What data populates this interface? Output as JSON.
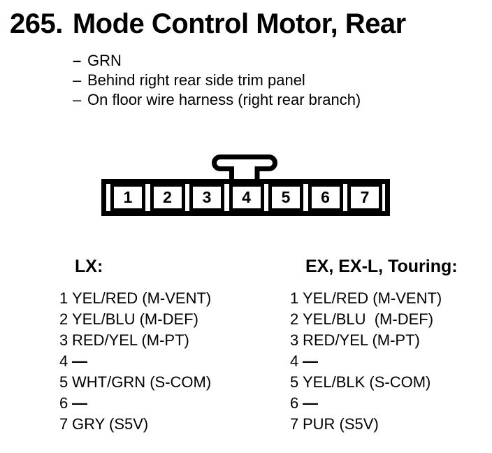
{
  "title": {
    "number": "265.",
    "text": "Mode Control Motor, Rear"
  },
  "notes": [
    {
      "dash": "–",
      "text": "GRN"
    },
    {
      "dash": "–",
      "text": "Behind right rear side trim panel"
    },
    {
      "dash": "–",
      "text": "On floor wire harness (right rear branch)"
    }
  ],
  "connector": {
    "pins": [
      "1",
      "2",
      "3",
      "4",
      "5",
      "6",
      "7"
    ]
  },
  "pinouts": [
    {
      "heading": "LX:",
      "rows": [
        {
          "pin": "1",
          "label": "YEL/RED (M-VENT)"
        },
        {
          "pin": "2",
          "label": "YEL/BLU (M-DEF)"
        },
        {
          "pin": "3",
          "label": "RED/YEL (M-PT)"
        },
        {
          "pin": "4",
          "label": "—"
        },
        {
          "pin": "5",
          "label": "WHT/GRN (S-COM)"
        },
        {
          "pin": "6",
          "label": "—"
        },
        {
          "pin": "7",
          "label": "GRY (S5V)"
        }
      ]
    },
    {
      "heading": "EX, EX-L, Touring:",
      "rows": [
        {
          "pin": "1",
          "label": "YEL/RED (M-VENT)"
        },
        {
          "pin": "2",
          "label": "YEL/BLU  (M-DEF)"
        },
        {
          "pin": "3",
          "label": "RED/YEL (M-PT)"
        },
        {
          "pin": "4",
          "label": "—"
        },
        {
          "pin": "5",
          "label": "YEL/BLK (S-COM)"
        },
        {
          "pin": "6",
          "label": "—"
        },
        {
          "pin": "7",
          "label": "PUR (S5V)"
        }
      ]
    }
  ],
  "colors": {
    "ink": "#000000",
    "paper": "#ffffff"
  }
}
